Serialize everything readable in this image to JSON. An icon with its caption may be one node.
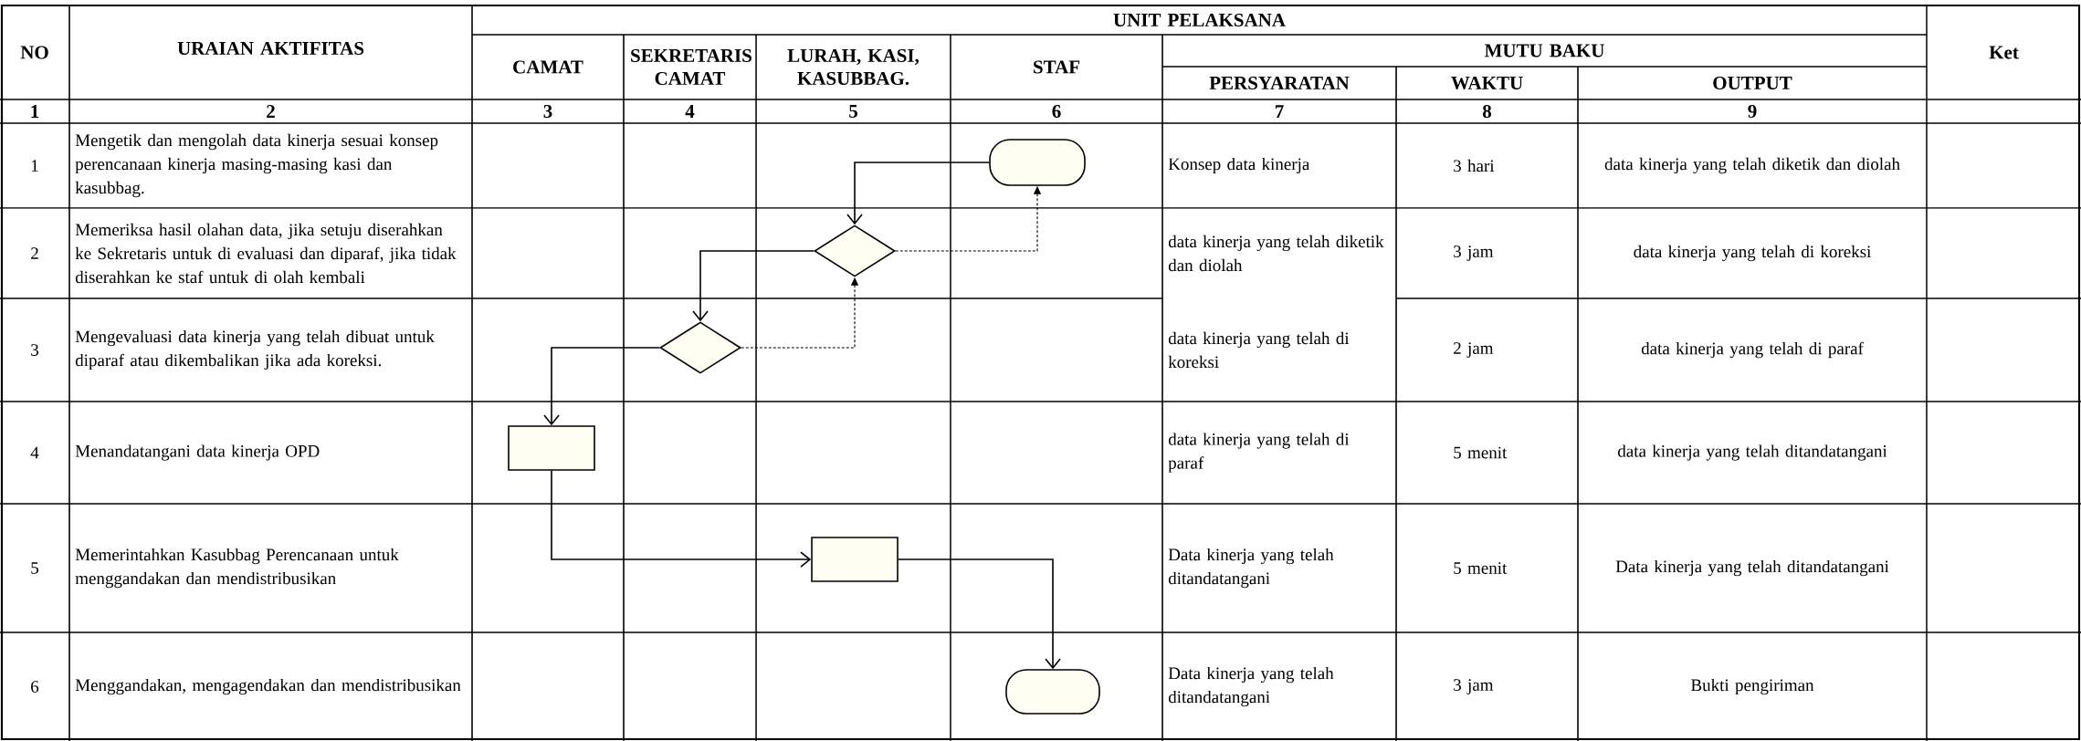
{
  "diagram": {
    "nodes": [
      {
        "text": [],
        "shape": "capsule"
      },
      {
        "text": [],
        "shape": "diamond"
      },
      {
        "text": [],
        "shape": "diamond"
      },
      {
        "text": [],
        "shape": "box"
      },
      {
        "text": [],
        "shape": "box"
      },
      {
        "text": [],
        "shape": "capsule"
      }
    ],
    "edges": [
      {
        "from": 0,
        "to": 1,
        "arrow": "to"
      },
      {
        "from": 1,
        "to": 2,
        "arrow": "to"
      },
      {
        "from": 1,
        "to": 0,
        "arrow": "to",
        "style": "dashed"
      },
      {
        "from": 2,
        "to": 1,
        "arrow": "to",
        "style": "dashed"
      },
      {
        "from": 2,
        "to": 3,
        "arrow": "to"
      },
      {
        "from": 3,
        "to": 4,
        "arrow": "to"
      },
      {
        "from": 4,
        "to": 5,
        "arrow": "to"
      }
    ],
    "labels": [
      "NO",
      "URAIAN AKTIFITAS",
      "UNIT PELAKSANA",
      "Ket",
      "CAMAT",
      "SEKRETARIS CAMAT",
      "LURAH, KASI, KASUBBAG.",
      "STAF",
      "MUTU BAKU",
      "PERSYARATAN",
      "WAKTU",
      "OUTPUT",
      "1",
      "2",
      "3",
      "4",
      "5",
      "6",
      "7",
      "8",
      "9",
      "1",
      "Mengetik dan mengolah data kinerja sesuai konsep perencanaan kinerja masing-masing kasi dan kasubbag.",
      "Konsep data kinerja",
      "3 hari",
      "data kinerja yang telah diketik dan diolah",
      "2",
      "Memeriksa hasil olahan data, jika setuju diserahkan ke Sekretaris untuk di evaluasi dan diparaf, jika tidak diserahkan ke staf untuk di olah kembali",
      "data kinerja yang telah diketik dan diolah",
      "3 jam",
      "data kinerja yang telah di koreksi",
      "3",
      "Mengevaluasi data kinerja yang telah dibuat untuk diparaf atau dikembalikan jika ada koreksi.",
      "data kinerja yang telah di koreksi",
      "2 jam",
      "data kinerja yang telah di paraf",
      "4",
      "Menandatangani data kinerja OPD",
      "data kinerja yang telah di paraf",
      "5 menit",
      "data kinerja yang telah ditandatangani",
      "5",
      "Memerintahkan Kasubbag Perencanaan untuk menggandakan dan mendistribusikan",
      "Data kinerja yang telah ditandatangani",
      "5 menit",
      "Data kinerja yang telah ditandatangani",
      "6",
      "Menggandakan, mengagendakan dan mendistribusikan",
      "Data kinerja yang telah ditandatangani",
      "3 jam",
      "Bukti pengiriman"
    ]
  }
}
